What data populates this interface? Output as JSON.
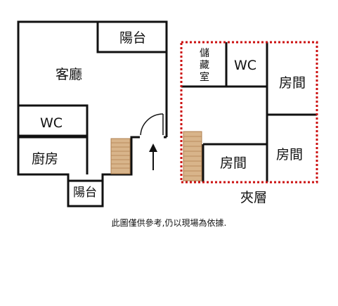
{
  "main_floor": {
    "balcony_top": "陽台",
    "living_room": "客廳",
    "wc": "WC",
    "kitchen": "廚房",
    "balcony_bottom": "陽台"
  },
  "mezzanine": {
    "title": "夾層",
    "storage": "儲藏室",
    "wc": "WC",
    "bedroom_top_right": "房間",
    "bedroom_middle_right": "房間",
    "bedroom_bottom": "房間"
  },
  "disclaimer": "此圖僅供參考,仍以現場為依據.",
  "colors": {
    "wall": "#111111",
    "mezzanine_border": "#cc1111",
    "stairs": "#d8b48a",
    "stairs_lines": "#b08050"
  },
  "icons": {
    "door": "door-swing-icon",
    "entrance": "entrance-arrow-icon",
    "stairs": "stairs-icon"
  }
}
